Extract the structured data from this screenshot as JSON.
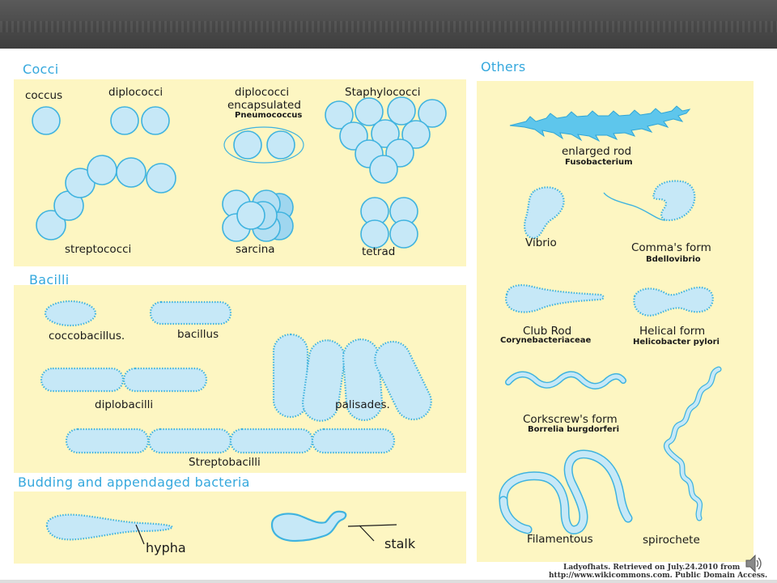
{
  "sections": {
    "cocci": "Cocci",
    "bacilli": "Bacilli",
    "budding": "Budding and appendaged bacteria",
    "others": "Others"
  },
  "cocci": {
    "coccus": "coccus",
    "diplococci": "diplococci",
    "diplococci_encapsulated_1": "diplococci",
    "diplococci_encapsulated_2": "encapsulated",
    "pneumococcus": "Pneumococcus",
    "staphylococci": "Staphylococci",
    "streptococci": "streptococci",
    "sarcina": "sarcina",
    "tetrad": "tetrad"
  },
  "bacilli": {
    "coccobacillus": "coccobacillus.",
    "bacillus": "bacillus",
    "diplobacilli": "diplobacilli",
    "palisades": "palisades.",
    "streptobacilli": "Streptobacilli"
  },
  "budding": {
    "hypha": "hypha",
    "stalk": "stalk"
  },
  "others": {
    "enlarged_rod": "enlarged rod",
    "fusobacterium": "Fusobacterium",
    "vibrio": "Vibrio",
    "commas_form": "Comma's form",
    "bdellovibrio": "Bdellovibrio",
    "club_rod": "Club Rod",
    "corynebacteriaceae": "Corynebacteriaceae",
    "helical_form": "Helical form",
    "helicobacter": "Helicobacter pylori",
    "corkscrew_form": "Corkscrew's form",
    "borrelia": "Borrelia burgdorferi",
    "filamentous": "Filamentous",
    "spirochete": "spirochete"
  },
  "credit": {
    "line1": "Ladyofhats. Retrieved on July.24.2010 from",
    "line2": "http://www.wikicommons.com. Public Domain Access."
  },
  "colors": {
    "cell_fill": "#c6e8f7",
    "cell_stroke": "#3fb3df",
    "panel_bg": "#fdf6c2",
    "header_text": "#35a8dd",
    "top_bar": "#4a4a4a"
  },
  "icons": {
    "speaker": "speaker-icon"
  }
}
